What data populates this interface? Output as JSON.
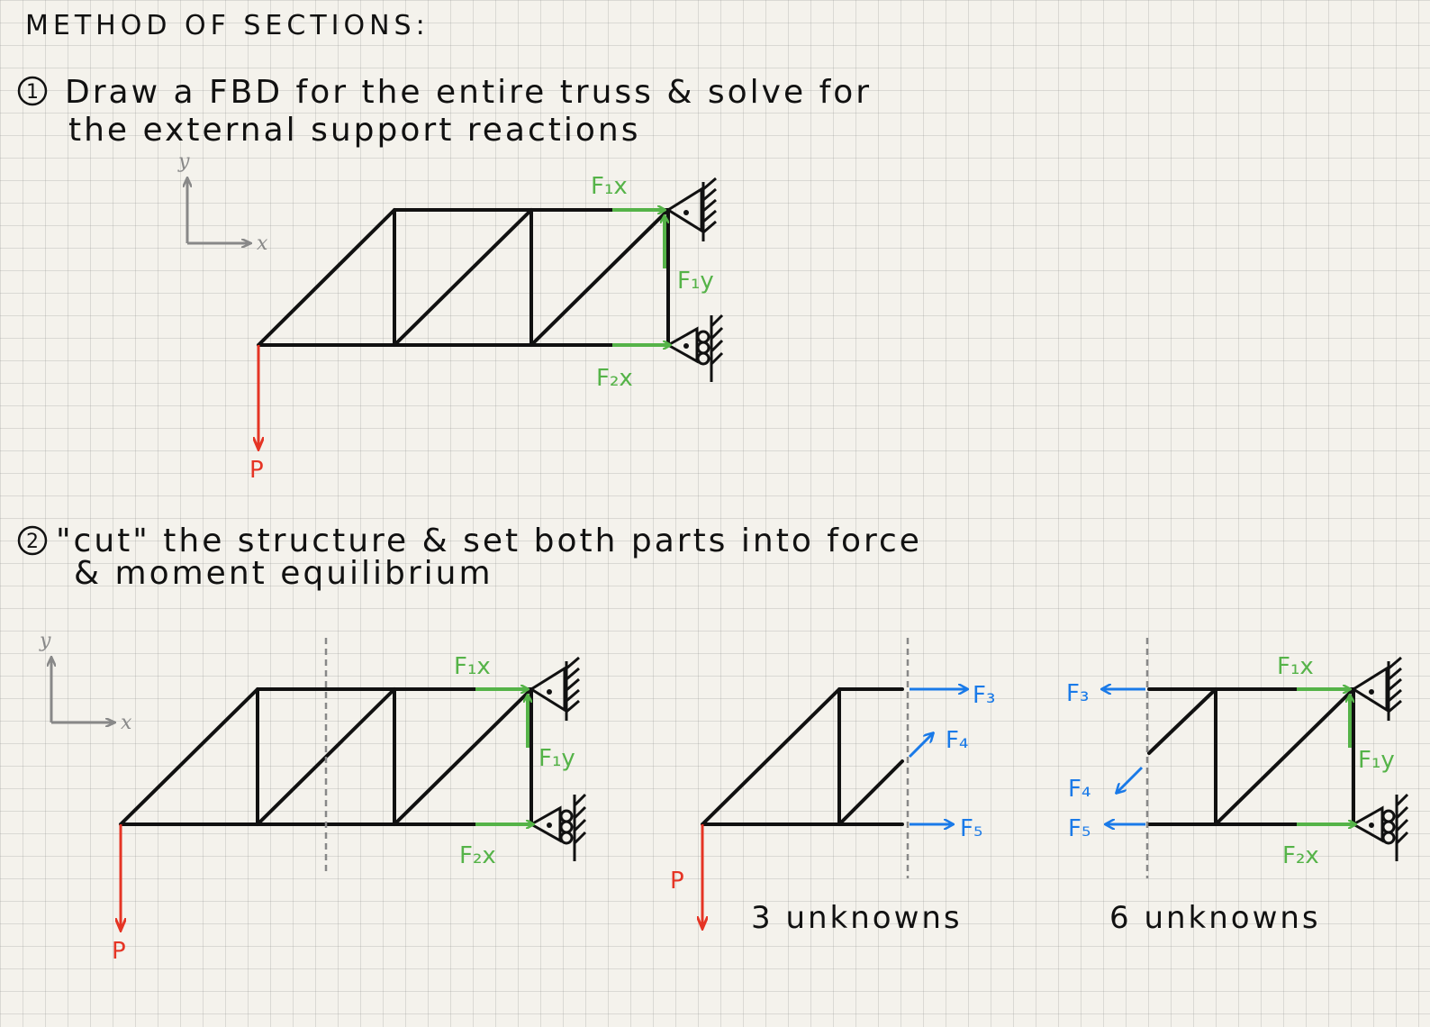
{
  "title": "METHOD OF SECTIONS:",
  "step1": {
    "number": "1",
    "line1": "Draw a FBD for the entire truss & solve for",
    "line2": "the external support reactions"
  },
  "step2": {
    "number": "2",
    "line1": "\"cut\" the structure & set both parts into force",
    "line2": "& moment equilibrium"
  },
  "axes": {
    "x": "x",
    "y": "y"
  },
  "labels": {
    "F1x": "F₁x",
    "F1y": "F₁y",
    "F2x": "F₂x",
    "P": "P",
    "F3": "F₃",
    "F4": "F₄",
    "F5": "F₅"
  },
  "unknowns_left": "3 unknowns",
  "unknowns_right": "6 unknowns",
  "colors": {
    "reaction": "#55b348",
    "load": "#e53424",
    "member_force": "#1a7ae8",
    "axes": "#888888",
    "members": "#111111"
  }
}
